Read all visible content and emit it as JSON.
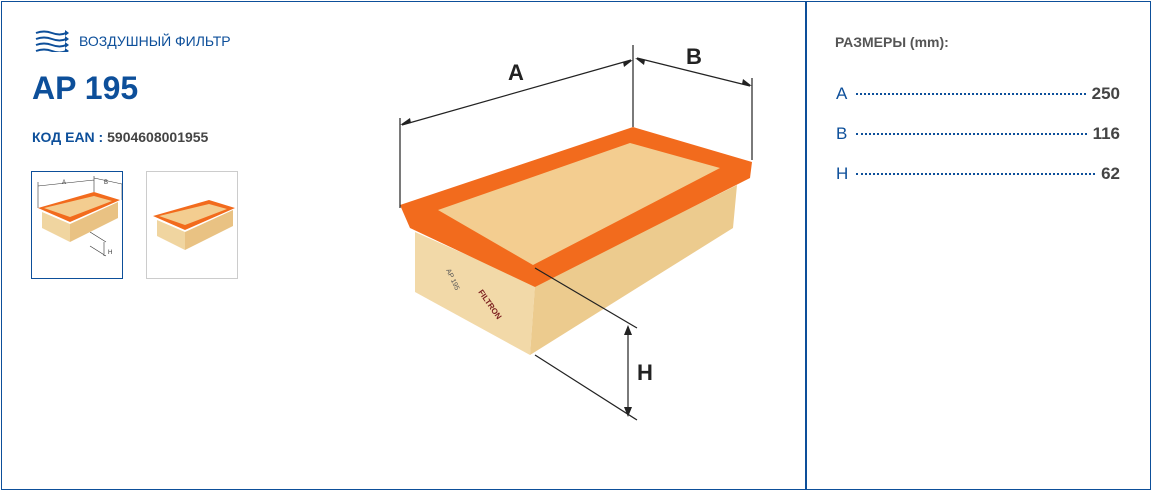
{
  "product": {
    "category": "ВОЗДУШНЫЙ ФИЛЬТР",
    "category_icon": "air-flow-icon",
    "title": "AP 195",
    "ean_label": "КОД EAN :",
    "ean_value": "5904608001955"
  },
  "image": {
    "labels": {
      "a": "A",
      "b": "B",
      "h": "H"
    },
    "brand_print": "FILTRON",
    "model_print": "AP 195"
  },
  "dimensions": {
    "title": "РАЗМЕРЫ (mm):",
    "rows": [
      {
        "key": "A",
        "value": "250"
      },
      {
        "key": "B",
        "value": "116"
      },
      {
        "key": "H",
        "value": "62"
      }
    ]
  },
  "colors": {
    "accent": "#0d4f9a",
    "frame": "#f26b1d",
    "media": "#f3cd90"
  }
}
